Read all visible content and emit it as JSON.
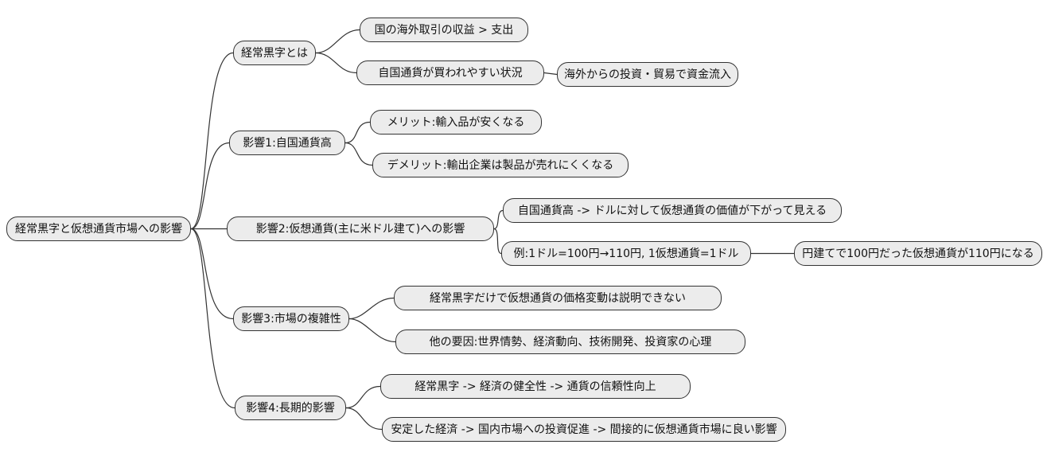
{
  "diagram_type": "mindmap",
  "colors": {
    "background": "#ffffff",
    "node_fill": "#ececec",
    "node_border": "#333333",
    "connector": "#333333",
    "text": "#111111"
  },
  "mindmap": {
    "root": {
      "label": "経常黒字と仮想通貨市場への影響"
    },
    "branches": [
      {
        "label": "経常黒字とは",
        "children": [
          {
            "label": "国の海外取引の収益 > 支出"
          },
          {
            "label": "自国通貨が買われやすい状況",
            "children": [
              {
                "label": "海外からの投資・貿易で資金流入"
              }
            ]
          }
        ]
      },
      {
        "label": "影響1:自国通貨高",
        "children": [
          {
            "label": "メリット:輸入品が安くなる"
          },
          {
            "label": "デメリット:輸出企業は製品が売れにくくなる"
          }
        ]
      },
      {
        "label": "影響2:仮想通貨(主に米ドル建て)への影響",
        "children": [
          {
            "label": "自国通貨高 -> ドルに対して仮想通貨の価値が下がって見える"
          },
          {
            "label": "例:1ドル=100円→110円, 1仮想通貨=1ドル",
            "children": [
              {
                "label": "円建てで100円だった仮想通貨が110円になる"
              }
            ]
          }
        ]
      },
      {
        "label": "影響3:市場の複雑性",
        "children": [
          {
            "label": "経常黒字だけで仮想通貨の価格変動は説明できない"
          },
          {
            "label": "他の要因:世界情勢、経済動向、技術開発、投資家の心理"
          }
        ]
      },
      {
        "label": "影響4:長期的影響",
        "children": [
          {
            "label": "経常黒字 -> 経済の健全性 -> 通貨の信頼性向上"
          },
          {
            "label": "安定した経済 -> 国内市場への投資促進 -> 間接的に仮想通貨市場に良い影響"
          }
        ]
      }
    ]
  }
}
